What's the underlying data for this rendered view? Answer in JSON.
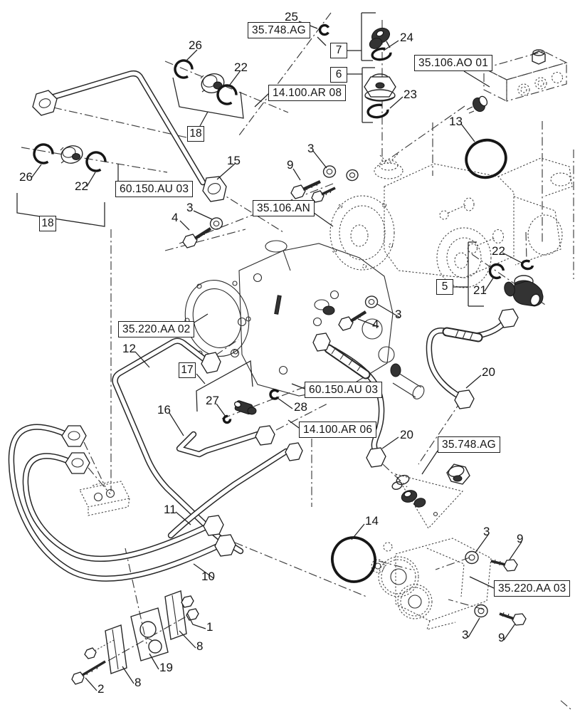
{
  "diagram": {
    "type": "exploded-parts-diagram",
    "background_color": "#ffffff",
    "line_color": "#272727",
    "ref_boxes": [
      {
        "id": "35-748-AG-top",
        "label": "35.748.AG"
      },
      {
        "id": "35-106-AO-01",
        "label": "35.106.AO 01"
      },
      {
        "id": "14-100-AR-08",
        "label": "14.100.AR 08"
      },
      {
        "id": "60-150-AU-03-left",
        "label": "60.150.AU 03"
      },
      {
        "id": "35-106-AN",
        "label": "35.106.AN"
      },
      {
        "id": "35-220-AA-02",
        "label": "35.220.AA 02"
      },
      {
        "id": "60-150-AU-03-ctr",
        "label": "60.150.AU 03"
      },
      {
        "id": "14-100-AR-06",
        "label": "14.100.AR 06"
      },
      {
        "id": "35-748-AG-lower",
        "label": "35.748.AG"
      },
      {
        "id": "35-220-AA-03",
        "label": "35.220.AA 03"
      }
    ],
    "group_boxes": [
      {
        "id": "7",
        "label": "7"
      },
      {
        "id": "6",
        "label": "6"
      },
      {
        "id": "18-top",
        "label": "18"
      },
      {
        "id": "18-left",
        "label": "18"
      },
      {
        "id": "5",
        "label": "5"
      },
      {
        "id": "17",
        "label": "17"
      }
    ],
    "callouts": [
      {
        "id": "25",
        "label": "25"
      },
      {
        "id": "24",
        "label": "24"
      },
      {
        "id": "23",
        "label": "23"
      },
      {
        "id": "26-top",
        "label": "26"
      },
      {
        "id": "22-top",
        "label": "22"
      },
      {
        "id": "15",
        "label": "15"
      },
      {
        "id": "26-left",
        "label": "26"
      },
      {
        "id": "22-left",
        "label": "22"
      },
      {
        "id": "13",
        "label": "13"
      },
      {
        "id": "3-top",
        "label": "3"
      },
      {
        "id": "9-top",
        "label": "9"
      },
      {
        "id": "3-left",
        "label": "3"
      },
      {
        "id": "4-left",
        "label": "4"
      },
      {
        "id": "22-right",
        "label": "22"
      },
      {
        "id": "21",
        "label": "21"
      },
      {
        "id": "3-mid",
        "label": "3"
      },
      {
        "id": "4-mid",
        "label": "4"
      },
      {
        "id": "12",
        "label": "12"
      },
      {
        "id": "20-right",
        "label": "20"
      },
      {
        "id": "27",
        "label": "27"
      },
      {
        "id": "28",
        "label": "28"
      },
      {
        "id": "16",
        "label": "16"
      },
      {
        "id": "20-center",
        "label": "20"
      },
      {
        "id": "14",
        "label": "14"
      },
      {
        "id": "3-right-upper",
        "label": "3"
      },
      {
        "id": "9-right-upper",
        "label": "9"
      },
      {
        "id": "11",
        "label": "11"
      },
      {
        "id": "10",
        "label": "10"
      },
      {
        "id": "1",
        "label": "1"
      },
      {
        "id": "8-right",
        "label": "8"
      },
      {
        "id": "19",
        "label": "19"
      },
      {
        "id": "8-left",
        "label": "8"
      },
      {
        "id": "2",
        "label": "2"
      },
      {
        "id": "3-right-lower",
        "label": "3"
      },
      {
        "id": "9-right-lower",
        "label": "9"
      }
    ]
  }
}
